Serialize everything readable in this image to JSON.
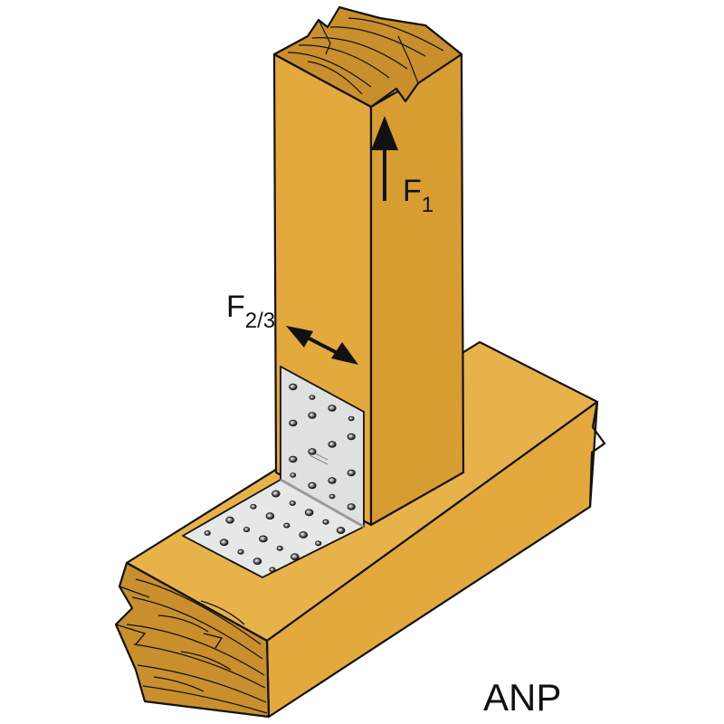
{
  "labels": {
    "force1": {
      "main": "F",
      "sub": "1"
    },
    "force23": {
      "main": "F",
      "sub": "2/3"
    },
    "product": "ANP"
  },
  "colors": {
    "wood_front": "#e3a93d",
    "wood_side": "#d89d30",
    "wood_top": "#e8b24a",
    "wood_end": "#c98f2c",
    "outline": "#111111",
    "bracket": "#dfe0e0",
    "bracket_edge": "#9a9a9a",
    "arrow": "#111111"
  },
  "icons": {
    "arrow_f1": "arrow-up-icon",
    "arrow_f23": "double-arrow-icon"
  }
}
